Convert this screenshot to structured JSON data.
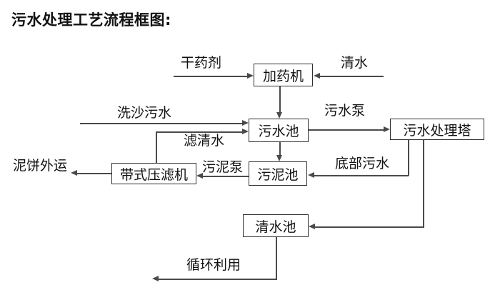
{
  "title": "污水处理工艺流程框图:",
  "nodes": {
    "dosing_machine": "加药机",
    "sewage_pool": "污水池",
    "sewage_treatment_tower": "污水处理塔",
    "sludge_pool": "污泥池",
    "belt_filter_press": "带式压滤机",
    "clean_water_pool": "清水池"
  },
  "flow_labels": {
    "dry_chemical": "干药剂",
    "clean_water": "清水",
    "sand_washing_sewage": "洗沙污水",
    "sewage_pump": "污水泵",
    "filtered_water": "滤清水",
    "sludge_pump": "污泥泵",
    "bottom_sewage": "底部污水",
    "sludge_cake_outbound": "泥饼外运",
    "recycling": "循环利用"
  },
  "colors": {
    "background": "#ffffff",
    "line": "#4a4a4a",
    "box_border": "#2f2f2f",
    "text": "#111111"
  }
}
